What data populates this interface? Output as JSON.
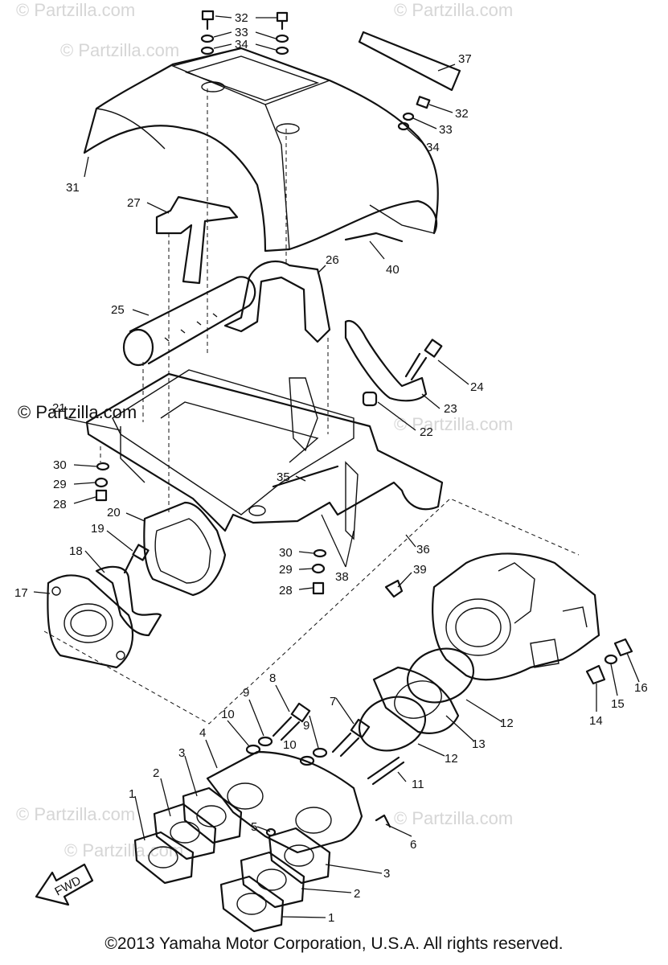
{
  "watermarks": {
    "faint": "© Partzilla.com",
    "dark": "© Partzilla.com"
  },
  "fwd_label": "FWD",
  "copyright": "©2013 Yamaha Motor Corporation, U.S.A. All rights reserved.",
  "callouts": [
    "32",
    "33",
    "34",
    "37",
    "32",
    "33",
    "34",
    "31",
    "27",
    "26",
    "40",
    "25",
    "24",
    "23",
    "22",
    "21",
    "30",
    "29",
    "28",
    "35",
    "20",
    "19",
    "18",
    "17",
    "30",
    "29",
    "28",
    "38",
    "36",
    "39",
    "8",
    "9",
    "7",
    "10",
    "9",
    "10",
    "4",
    "3",
    "2",
    "1",
    "5",
    "11",
    "12",
    "13",
    "12",
    "14",
    "15",
    "16",
    "6",
    "3",
    "2",
    "1"
  ]
}
